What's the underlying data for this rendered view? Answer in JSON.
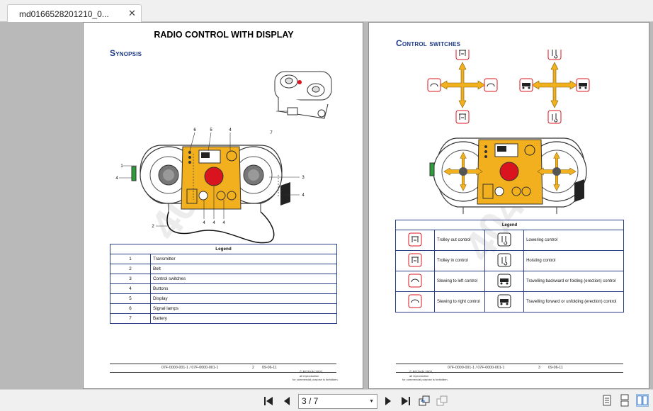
{
  "tab": {
    "title": "md0166528201210_0...",
    "close": "✕"
  },
  "left_page": {
    "title": "RADIO CONTROL WITH DISPLAY",
    "section": "Synopsis",
    "callouts": [
      "1",
      "2",
      "3",
      "4",
      "4",
      "4",
      "4",
      "4",
      "5",
      "6",
      "7"
    ],
    "legend": {
      "header": "Legend",
      "rows": [
        {
          "num": "1",
          "label": "Transmitter"
        },
        {
          "num": "2",
          "label": "Belt"
        },
        {
          "num": "3",
          "label": "Control switches"
        },
        {
          "num": "4",
          "label": "Buttons"
        },
        {
          "num": "5",
          "label": "Display"
        },
        {
          "num": "6",
          "label": "Signal lamps"
        },
        {
          "num": "7",
          "label": "Battery"
        }
      ]
    },
    "footer": {
      "ref": "07F-0000-001-1  /  07F-0000-001-1",
      "page": "2",
      "date": "09-06-11",
      "copyright": "© POTAIN 2002,",
      "rights": "all reproduction",
      "rights2": "for commercial purpose is forbidden."
    }
  },
  "right_page": {
    "section": "Control switches",
    "legend": {
      "header": "Legend",
      "rows": [
        {
          "left_icon": "trolley-out-icon",
          "left": "Trolley out control",
          "right_icon": "lowering-icon",
          "right": "Lowering control"
        },
        {
          "left_icon": "trolley-in-icon",
          "left": "Trolley in control",
          "right_icon": "hoisting-icon",
          "right": "Hoisting control"
        },
        {
          "left_icon": "slew-left-icon",
          "left": "Slewing to left control",
          "right_icon": "travel-backward-icon",
          "right": "Travelling backward or folding (erection) control"
        },
        {
          "left_icon": "slew-right-icon",
          "left": "Slewing to right control",
          "right_icon": "travel-forward-icon",
          "right": "Travelling forward or unfolding (erection) control"
        }
      ]
    },
    "footer": {
      "ref": "07F-0000-001-1  /  07F-0000-001-1",
      "page": "3",
      "date": "09-06-11",
      "copyright": "© POTAIN 2002,",
      "rights": "all reproduction",
      "rights2": "for commercial purpose is forbidden."
    }
  },
  "toolbar": {
    "page_indicator": "3 / 7"
  },
  "colors": {
    "accent": "#f2b01e",
    "red": "#d9141e",
    "link_blue": "#1d3a8a",
    "table_border": "#2b3f86"
  }
}
